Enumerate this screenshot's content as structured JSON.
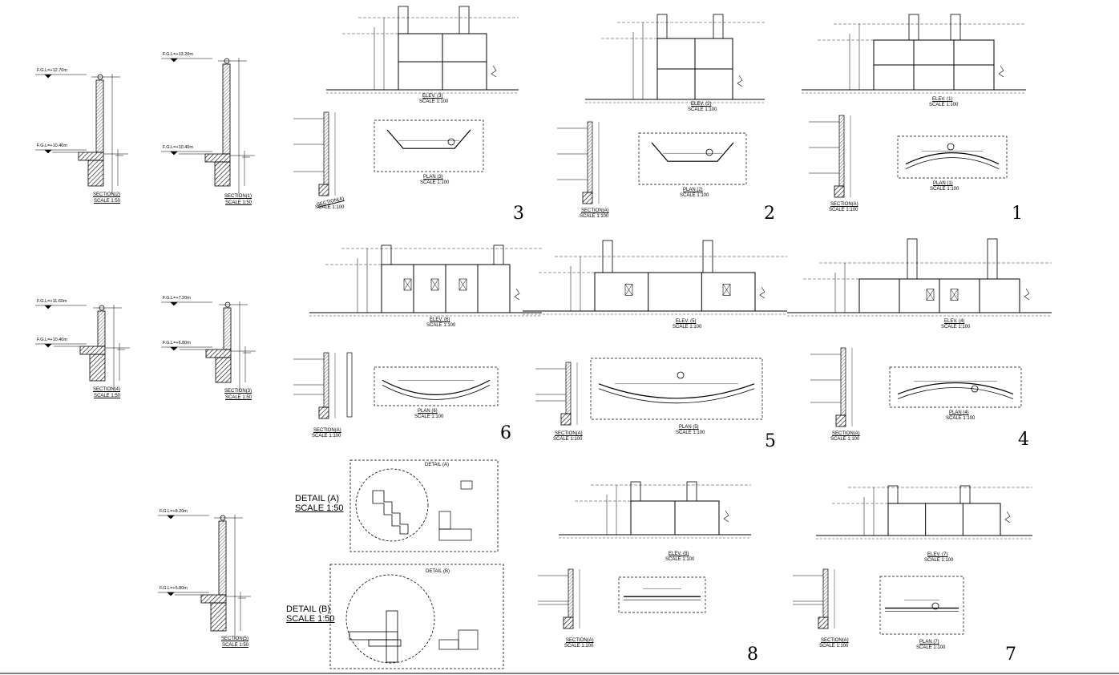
{
  "sheet_numbers": [
    "3",
    "2",
    "1",
    "6",
    "5",
    "4",
    "8",
    "7"
  ],
  "elevation_labels": [
    {
      "title": "ELEV. (3)",
      "scale": "SCALE 1:100"
    },
    {
      "title": "ELEV. (2)",
      "scale": "SCALE 1:100"
    },
    {
      "title": "ELEV. (1)",
      "scale": "SCALE 1:100"
    },
    {
      "title": "ELEV. (6)",
      "scale": "SCALE 1:100"
    },
    {
      "title": "ELEV. (5)",
      "scale": "SCALE 1:100"
    },
    {
      "title": "ELEV. (4)",
      "scale": "SCALE 1:100"
    },
    {
      "title": "ELEV. (8)",
      "scale": "SCALE 1:100"
    },
    {
      "title": "ELEV. (7)",
      "scale": "SCALE 1:100"
    }
  ],
  "plan_labels": [
    {
      "title": "PLAN (3)",
      "scale": "SCALE 1:100"
    },
    {
      "title": "PLAN (2)",
      "scale": "SCALE 1:100"
    },
    {
      "title": "PLAN (1)",
      "scale": "SCALE 1:100"
    },
    {
      "title": "PLAN (6)",
      "scale": "SCALE 1:100"
    },
    {
      "title": "PLAN (5)",
      "scale": "SCALE 1:100"
    },
    {
      "title": "PLAN (4)",
      "scale": "SCALE 1:100"
    },
    {
      "title": "PLAN (7)",
      "scale": "SCALE 1:100"
    }
  ],
  "section_labels": [
    {
      "title": "SECTION(A)",
      "scale": "SCALE 1:100"
    },
    {
      "title": "SECTION(A)",
      "scale": "SCALE 1:100"
    },
    {
      "title": "SECTION(A)",
      "scale": "SCALE 1:100"
    },
    {
      "title": "SECTION(A)",
      "scale": "SCALE 1:100"
    },
    {
      "title": "SECTION(A)",
      "scale": "SCALE 1:100"
    },
    {
      "title": "SECTION(A)",
      "scale": "SCALE 1:100"
    },
    {
      "title": "SECTION(A)",
      "scale": "SCALE 1:100"
    },
    {
      "title": "SECTION(A)",
      "scale": "SCALE 1:100"
    }
  ],
  "wall_sections": [
    {
      "title": "SECTION(2)",
      "scale": "SCALE 1:50",
      "top_level": "F.G.L=+12.70m",
      "bottom_level": "F.G.L=+10.40m"
    },
    {
      "title": "SECTION(1)",
      "scale": "SCALE 1:50",
      "top_level": "F.G.L=+13.20m",
      "bottom_level": "F.G.L=+10.40m"
    },
    {
      "title": "SECTION(4)",
      "scale": "SCALE 1:50",
      "top_level": "F.G.L=+11.60m",
      "bottom_level": "F.G.L=+10.40m"
    },
    {
      "title": "SECTION(3)",
      "scale": "SCALE 1:50",
      "top_level": "F.G.L=+7.20m",
      "bottom_level": "F.G.L=+6.80m"
    },
    {
      "title": "SECTION(5)",
      "scale": "SCALE 1:50",
      "top_level": "F.G.L=+8.20m",
      "bottom_level": "F.G.L=+5.80m"
    }
  ],
  "details": [
    {
      "name": "DETAIL (A)",
      "scale": "SCALE 1:50",
      "bubble": "DETAIL (A)"
    },
    {
      "name": "DETAIL (B)",
      "scale": "SCALE 1:50",
      "bubble": "DETAIL (B)"
    }
  ],
  "colors": {
    "ink": "#000000",
    "paper": "#ffffff",
    "hatch": "#000000"
  }
}
